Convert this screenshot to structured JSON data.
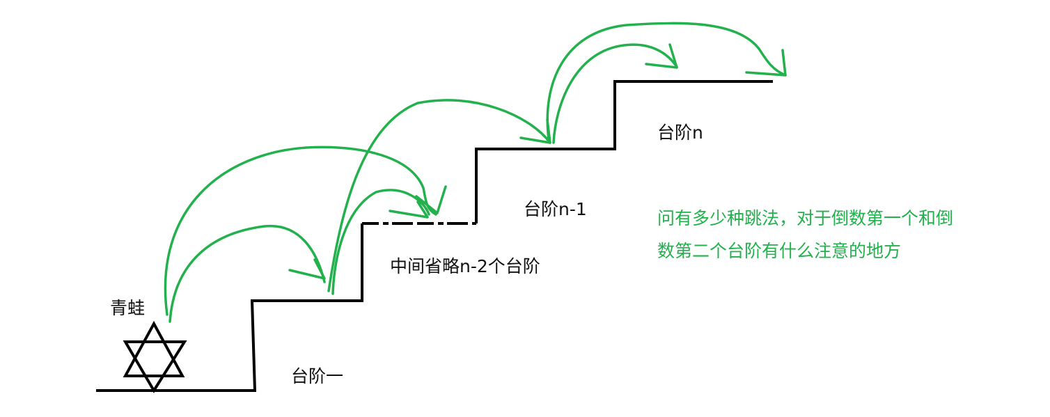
{
  "diagram": {
    "frog_label": "青蛙",
    "step_first_label": "台阶一",
    "step_middle_label": "中间省略n-2个台阶",
    "step_n_minus_1_label": "台阶n-1",
    "step_n_label": "台阶n",
    "question_line_1": "问有多少种跳法，对于倒数第一个和倒",
    "question_line_2": "数第二个台阶有什么注意的地方"
  },
  "colors": {
    "stairs": "#000000",
    "arrows": "#22b14c",
    "question_text": "#22b14c",
    "label_text": "#111111"
  },
  "icons": {
    "frog": "six-pointed-star-icon"
  }
}
